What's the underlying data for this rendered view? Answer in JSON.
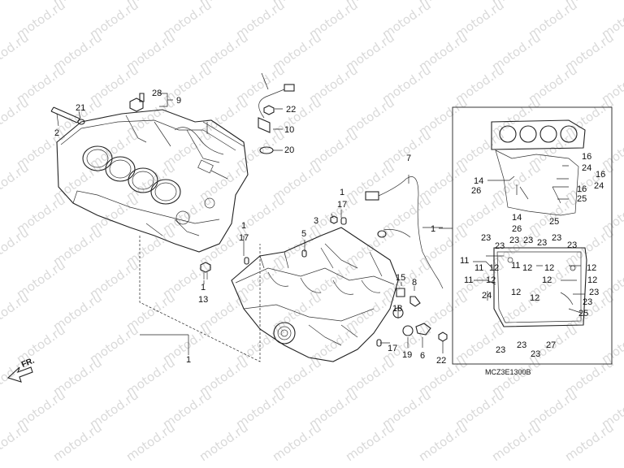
{
  "watermark": {
    "text": "motod.ru",
    "color": "#d9d9d9"
  },
  "diagram": {
    "drawing_code": "MCZ3E1300B",
    "direction_label": "FR.",
    "direction_icon": "arrow-icon"
  },
  "colors": {
    "line": "#222222",
    "background": "#ffffff"
  },
  "callouts": [
    {
      "id": "c-28",
      "text": "28"
    },
    {
      "id": "c-9",
      "text": "9"
    },
    {
      "id": "c-21",
      "text": "21"
    },
    {
      "id": "c-2",
      "text": "2"
    },
    {
      "id": "c-22a",
      "text": "22"
    },
    {
      "id": "c-10",
      "text": "10"
    },
    {
      "id": "c-20",
      "text": "20"
    },
    {
      "id": "c-7",
      "text": "7"
    },
    {
      "id": "c-1a",
      "text": "1"
    },
    {
      "id": "c-17a",
      "text": "17"
    },
    {
      "id": "c-3",
      "text": "3"
    },
    {
      "id": "c-1b",
      "text": "1"
    },
    {
      "id": "c-17b",
      "text": "17"
    },
    {
      "id": "c-5",
      "text": "5"
    },
    {
      "id": "c-1c",
      "text": "1"
    },
    {
      "id": "c-13",
      "text": "13"
    },
    {
      "id": "c-15",
      "text": "15"
    },
    {
      "id": "c-8",
      "text": "8"
    },
    {
      "id": "c-18",
      "text": "18"
    },
    {
      "id": "c-17c",
      "text": "17"
    },
    {
      "id": "c-19",
      "text": "19"
    },
    {
      "id": "c-6",
      "text": "6"
    },
    {
      "id": "c-22b",
      "text": "22"
    },
    {
      "id": "c-1d",
      "text": "1"
    },
    {
      "id": "c-1e",
      "text": "1"
    },
    {
      "id": "i-14a",
      "text": "14"
    },
    {
      "id": "i-26a",
      "text": "26"
    },
    {
      "id": "i-16a",
      "text": "16"
    },
    {
      "id": "i-24a",
      "text": "24"
    },
    {
      "id": "i-16b",
      "text": "16"
    },
    {
      "id": "i-24b",
      "text": "24"
    },
    {
      "id": "i-16c",
      "text": "16"
    },
    {
      "id": "i-25a",
      "text": "25"
    },
    {
      "id": "i-14b",
      "text": "14"
    },
    {
      "id": "i-26b",
      "text": "26"
    },
    {
      "id": "i-25b",
      "text": "25"
    },
    {
      "id": "i-23a",
      "text": "23"
    },
    {
      "id": "i-23b",
      "text": "23"
    },
    {
      "id": "i-23c",
      "text": "23"
    },
    {
      "id": "i-23d",
      "text": "23"
    },
    {
      "id": "i-23e",
      "text": "23"
    },
    {
      "id": "i-23f",
      "text": "23"
    },
    {
      "id": "i-23g",
      "text": "23"
    },
    {
      "id": "i-11a",
      "text": "11"
    },
    {
      "id": "i-11b",
      "text": "11"
    },
    {
      "id": "i-12a",
      "text": "12"
    },
    {
      "id": "i-11c",
      "text": "11"
    },
    {
      "id": "i-12b",
      "text": "12"
    },
    {
      "id": "i-12c",
      "text": "12"
    },
    {
      "id": "i-12d",
      "text": "12"
    },
    {
      "id": "i-11d",
      "text": "11"
    },
    {
      "id": "i-12e",
      "text": "12"
    },
    {
      "id": "i-12f",
      "text": "12"
    },
    {
      "id": "i-12g",
      "text": "12"
    },
    {
      "id": "i-12h",
      "text": "12"
    },
    {
      "id": "i-23h",
      "text": "23"
    },
    {
      "id": "i-24c",
      "text": "24"
    },
    {
      "id": "i-12i",
      "text": "12"
    },
    {
      "id": "i-23i",
      "text": "23"
    },
    {
      "id": "i-25c",
      "text": "25"
    },
    {
      "id": "i-23j",
      "text": "23"
    },
    {
      "id": "i-23k",
      "text": "23"
    },
    {
      "id": "i-23l",
      "text": "23"
    },
    {
      "id": "i-27",
      "text": "27"
    }
  ]
}
